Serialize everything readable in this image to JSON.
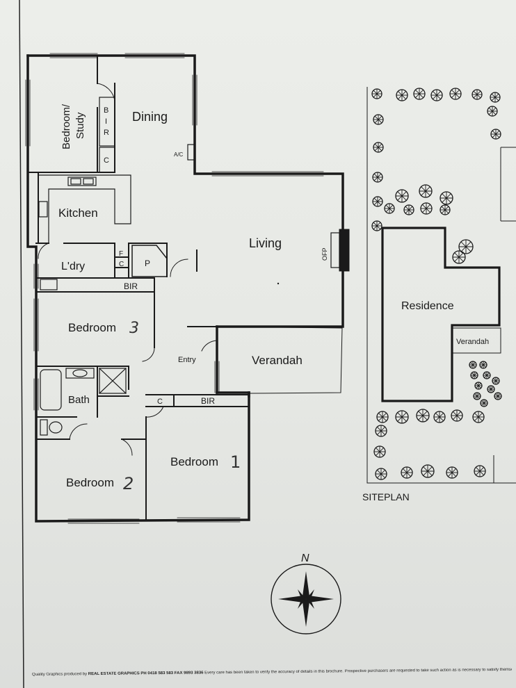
{
  "rooms": {
    "bedroom_study_line1": "Bedroom/",
    "bedroom_study_line2": "Study",
    "bir_b": "B",
    "bir_i": "I",
    "bir_r": "R",
    "cupboard": "C",
    "dining": "Dining",
    "ac": "A/C",
    "kitchen": "Kitchen",
    "living": "Living",
    "ofp": "OFP",
    "laundry": "L'dry",
    "f": "F",
    "p": "P",
    "bir": "BIR",
    "bedroom3_text": "Bedroom",
    "bedroom3_num": "3",
    "entry": "Entry",
    "verandah": "Verandah",
    "bath": "Bath",
    "bedroom2_text": "Bedroom",
    "bedroom2_num": "2",
    "bedroom1_text": "Bedroom",
    "bedroom1_num": "1"
  },
  "siteplan": {
    "title": "SITEPLAN",
    "residence": "Residence",
    "verandah": "Verandah"
  },
  "compass": {
    "north": "N"
  },
  "footer": {
    "line1_prefix": "Quality Graphics produced by",
    "line1_company": "REAL ESTATE GRAPHICS PH 0418 583 583 FAX 9893 3836",
    "line1_suffix": "Every care has been taken to verify the accuracy of details in this brochure. Prospective purchasers are requested to take such action as is necessary to satisfy themselves of any pertinent matters."
  },
  "colors": {
    "ink": "#1c1c1c",
    "paper": "#e9ebe7"
  }
}
